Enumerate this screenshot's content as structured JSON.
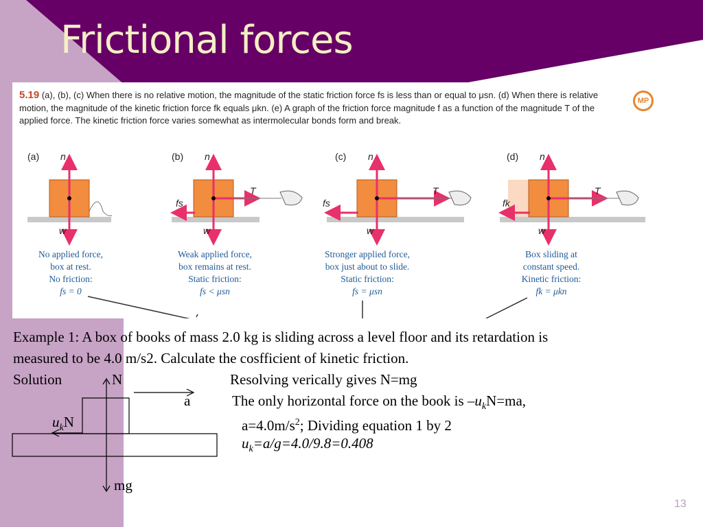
{
  "colors": {
    "header": "#660066",
    "side_panel": "#c7a3c6",
    "title": "#f5eec4",
    "figure_force": "#e8306a",
    "figure_box": "#f28c3f",
    "figure_caption": "#1e5a96"
  },
  "slide": {
    "title": "Frictional forces",
    "page_number": "13"
  },
  "figure": {
    "number": "5.19",
    "caption_text": "(a), (b), (c) When there is no relative motion, the magnitude of the static friction force fs is less than or equal to μsn. (d) When there is relative motion, the magnitude of the kinetic friction force fk equals μkn. (e) A graph of the friction force magnitude f as a function of the magnitude T of the applied force. The kinetic friction force varies somewhat as intermolecular bonds form and break.",
    "icon": "MP",
    "panels": [
      {
        "label": "(a)",
        "force_up": "n",
        "force_down": "w",
        "caption": [
          "No applied force,",
          "box at rest.",
          "No friction:",
          "fs = 0"
        ]
      },
      {
        "label": "(b)",
        "force_up": "n",
        "force_down": "w",
        "applied": "T",
        "friction": "fs",
        "caption": [
          "Weak applied force,",
          "box remains at rest.",
          "Static friction:",
          "fs < μsn"
        ]
      },
      {
        "label": "(c)",
        "force_up": "n",
        "force_down": "w",
        "applied": "T",
        "friction": "fs",
        "caption": [
          "Stronger applied force,",
          "box just about to slide.",
          "Static friction:",
          "fs = μsn"
        ]
      },
      {
        "label": "(d)",
        "force_up": "n",
        "force_down": "w",
        "applied": "T",
        "friction": "fk",
        "caption": [
          "Box sliding at",
          "constant speed.",
          "Kinetic friction:",
          "fk = μkn"
        ]
      }
    ]
  },
  "example": {
    "line1": "Example 1: A box of books of mass 2.0 kg is sliding across a level floor and its retardation is",
    "line2": "measured to be 4.0 m/s2. Calculate the cosfficient of kinetic friction.",
    "solution_label": "Solution",
    "n_label": "N",
    "a_label": "a",
    "mg_label": "mg",
    "friction_u": "u",
    "friction_sub": "k",
    "friction_n": "N",
    "step1": "Resolving verically gives N=mg",
    "step2_a": "The only horizontal force on the book is –",
    "step2_u": "u",
    "step2_sub": "k",
    "step2_b": "N=ma,",
    "step3_a": "a=4.0m/s",
    "step3_sup": "2",
    "step3_b": "; Dividing equation 1 by 2",
    "step4_u": "u",
    "step4_sub": "k",
    "step4_b": "=a/g=4.0/9.8=0.408"
  }
}
